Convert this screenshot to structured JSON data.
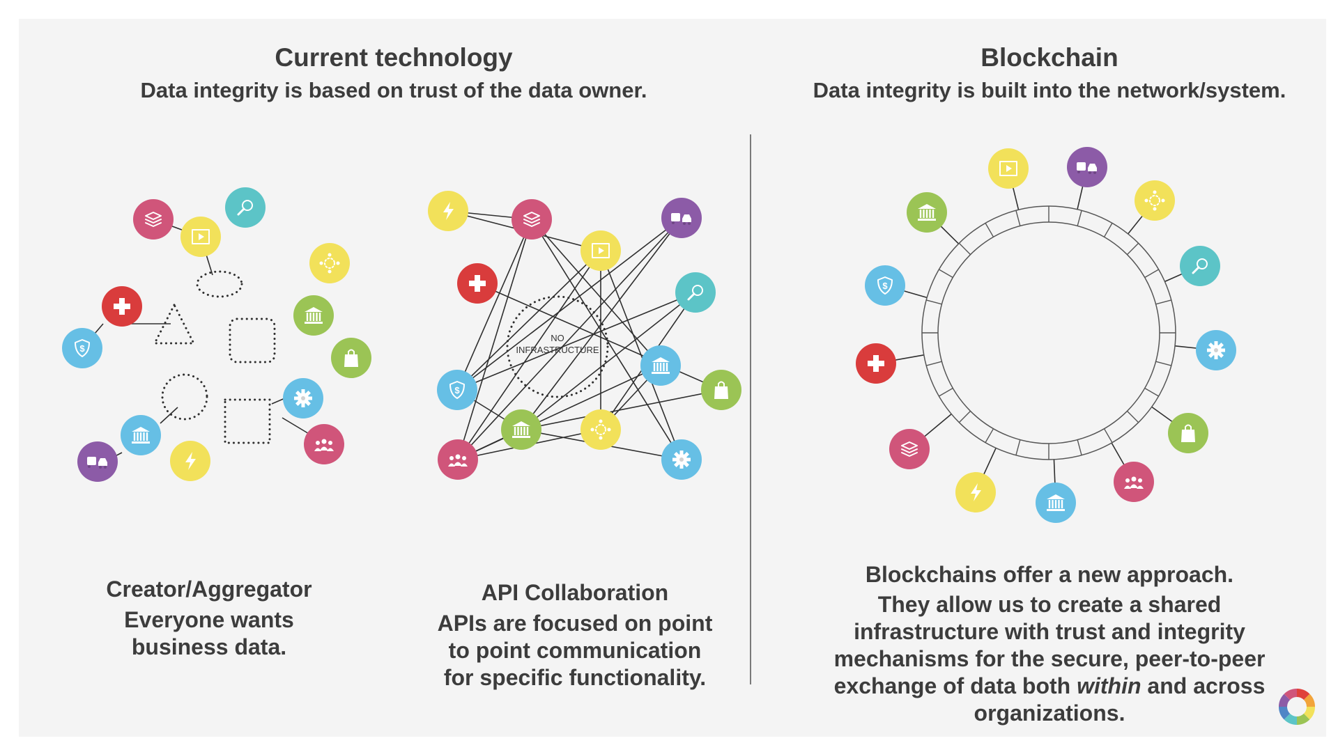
{
  "left": {
    "title": "Current technology",
    "subtitle": "Data integrity is based on trust of the data owner.",
    "panel1": {
      "title": "Creator/Aggregator",
      "lines": [
        "Everyone wants",
        "business data."
      ]
    },
    "panel2": {
      "title": "API Collaboration",
      "lines": [
        "APIs are focused on point",
        "to point communication",
        "for specific functionality."
      ],
      "center_label_1": "NO",
      "center_label_2": "INFRASTRUCTURE"
    }
  },
  "right": {
    "title": "Blockchain",
    "subtitle": "Data integrity is built into the network/system.",
    "caption": {
      "line1": "Blockchains offer a new approach.",
      "line2": "They allow us to create a shared",
      "line3": "infrastructure with trust and integrity",
      "line4": "mechanisms for the secure, peer-to-peer",
      "line5_pre": "exchange of data both ",
      "line5_em": "within",
      "line5_post": " and across",
      "line6": "organizations."
    }
  },
  "colors": {
    "pink": "#d0557a",
    "yellow": "#f2e15a",
    "teal": "#5cc4c7",
    "red": "#d93c3c",
    "blue": "#66bfe5",
    "green": "#9bc455",
    "purple": "#8c5ba7"
  },
  "icon_names": [
    "layers-icon",
    "video-icon",
    "search-icon",
    "network-icon",
    "medical-cross-icon",
    "shield-dollar-icon",
    "bank-icon",
    "shopping-bag-icon",
    "gear-icon",
    "people-icon",
    "lightning-icon",
    "transport-icon"
  ]
}
